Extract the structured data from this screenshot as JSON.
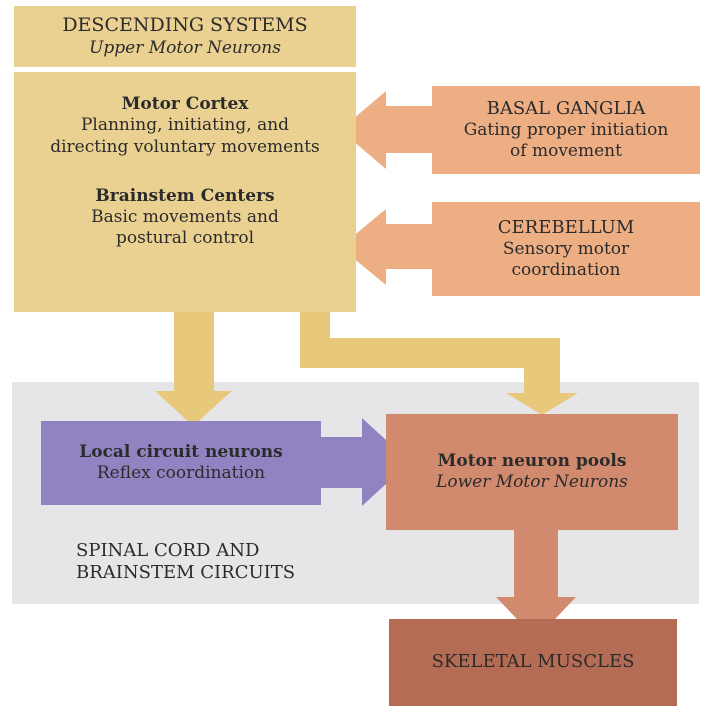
{
  "colors": {
    "descending": "#ead192",
    "descending_arrow": "#e8c97c",
    "modulator": "#eeae84",
    "local_circuit": "#9183c2",
    "motor_pools": "#d18a6e",
    "skeletal": "#b56c55",
    "spinal_region": "#e6e6e8"
  },
  "descending": {
    "title": "DESCENDING SYSTEMS",
    "subtitle": "Upper Motor Neurons"
  },
  "motor_cortex": {
    "title": "Motor Cortex",
    "lines": [
      "Planning, initiating, and",
      "directing voluntary movements"
    ]
  },
  "brainstem_centers": {
    "title": "Brainstem Centers",
    "lines": [
      "Basic movements and",
      "postural control"
    ]
  },
  "basal_ganglia": {
    "title": "BASAL GANGLIA",
    "lines": [
      "Gating proper initiation",
      "of movement"
    ]
  },
  "cerebellum": {
    "title": "CEREBELLUM",
    "lines": [
      "Sensory motor",
      "coordination"
    ]
  },
  "local_circuit": {
    "title": "Local circuit neurons",
    "subtitle": "Reflex coordination"
  },
  "motor_pools": {
    "title": "Motor neuron pools",
    "subtitle": "Lower Motor Neurons"
  },
  "spinal_region": {
    "lines": [
      "SPINAL CORD AND",
      "BRAINSTEM CIRCUITS"
    ]
  },
  "skeletal": {
    "title": "SKELETAL MUSCLES"
  }
}
